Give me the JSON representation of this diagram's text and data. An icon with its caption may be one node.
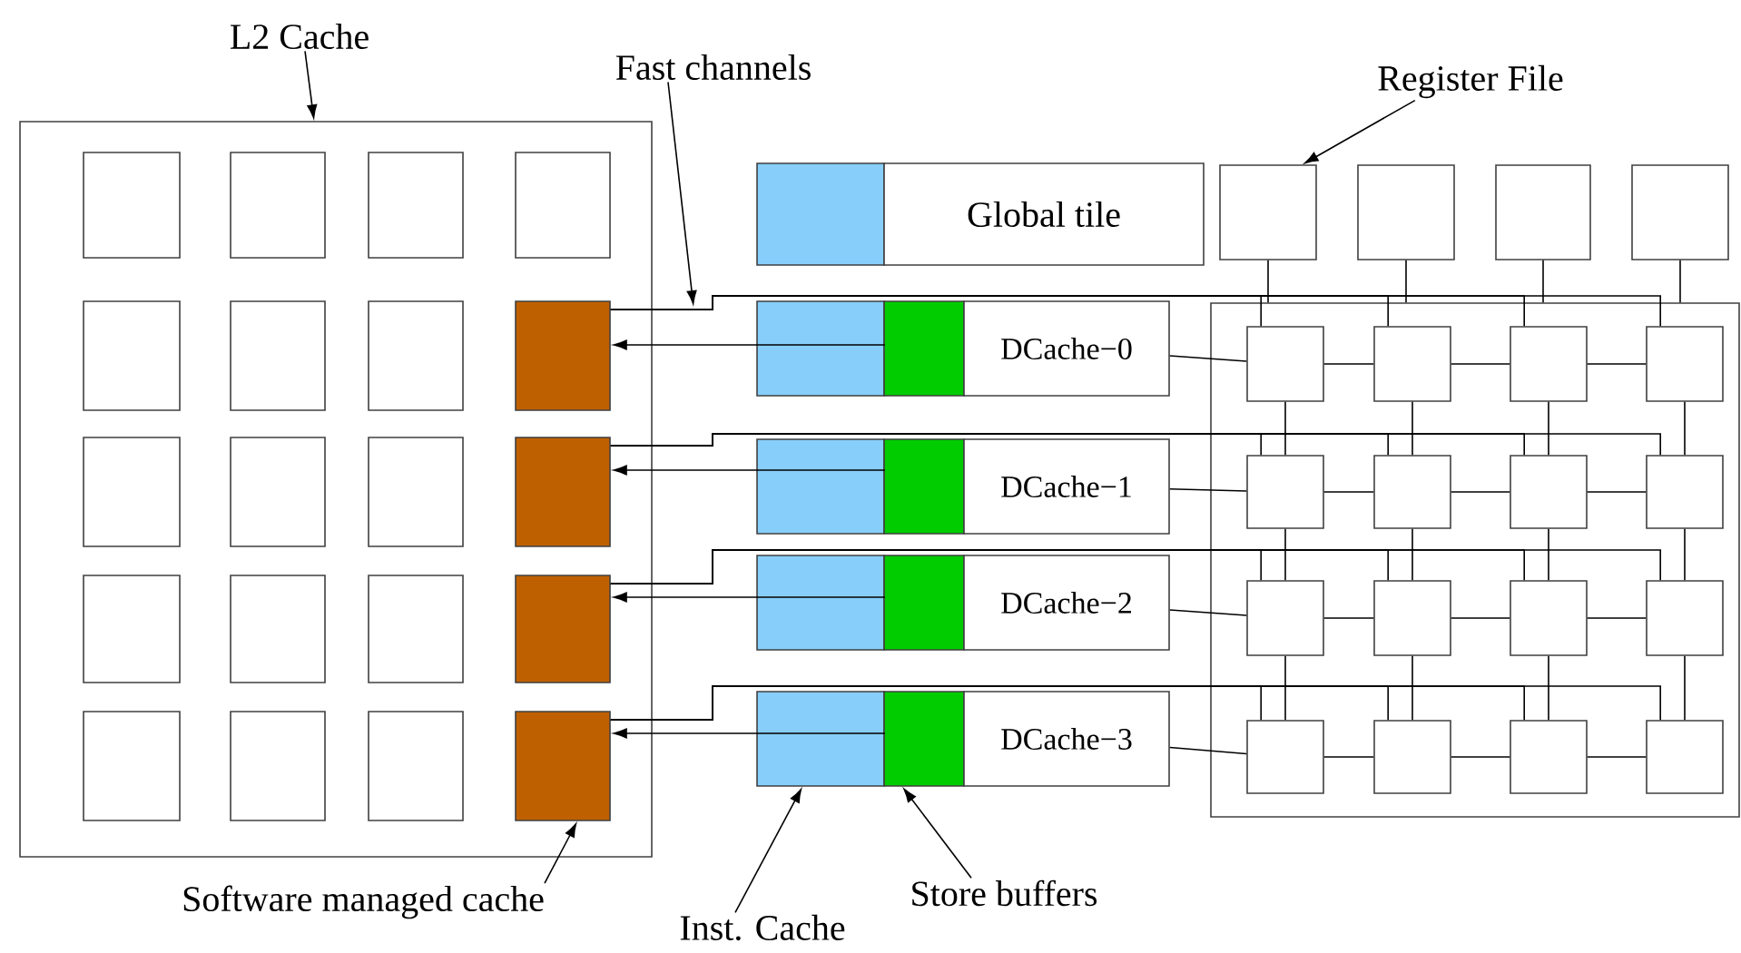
{
  "diagram": {
    "nodes": [
      {
        "text": [
          "L2 Cache"
        ]
      },
      {
        "text": [],
        "shape": "box"
      },
      {
        "text": [],
        "shape": "box",
        "in": 1
      },
      {
        "text": [],
        "shape": "box",
        "in": 1
      },
      {
        "text": [],
        "shape": "box",
        "in": 1
      },
      {
        "text": [],
        "shape": "box",
        "in": 1
      },
      {
        "text": [],
        "shape": "box",
        "in": 1
      },
      {
        "text": [],
        "shape": "box",
        "in": 1
      },
      {
        "text": [],
        "shape": "box",
        "in": 1
      },
      {
        "text": [],
        "shape": "box",
        "in": 1
      },
      {
        "text": [],
        "shape": "box",
        "in": 1
      },
      {
        "text": [],
        "shape": "box",
        "in": 1
      },
      {
        "text": [],
        "shape": "box",
        "in": 1
      },
      {
        "text": [],
        "shape": "box",
        "in": 1
      },
      {
        "text": [],
        "shape": "box",
        "in": 1
      },
      {
        "text": [],
        "shape": "box",
        "in": 1
      },
      {
        "text": [],
        "shape": "box",
        "in": 1
      },
      {
        "text": [],
        "shape": "box",
        "in": 1
      },
      {
        "text": [],
        "shape": "box",
        "in": 1
      },
      {
        "text": [],
        "shape": "box",
        "in": 1
      },
      {
        "text": [],
        "shape": "box",
        "in": 1
      },
      {
        "text": [],
        "shape": "box",
        "in": 1
      },
      {
        "text": [
          "Fast channels"
        ]
      },
      {
        "text": [],
        "shape": "box"
      },
      {
        "text": [
          "Global tile"
        ]
      },
      {
        "text": [
          "Register File"
        ]
      },
      {
        "text": [],
        "shape": "box"
      },
      {
        "text": [],
        "shape": "box"
      },
      {
        "text": [],
        "shape": "box"
      },
      {
        "text": [],
        "shape": "box"
      },
      {
        "text": [],
        "shape": "box"
      },
      {
        "text": [],
        "shape": "box"
      },
      {
        "text": [],
        "shape": "box"
      },
      {
        "text": [
          "DCache−0"
        ]
      },
      {
        "text": [],
        "shape": "box",
        "in": 30
      },
      {
        "text": [],
        "shape": "box",
        "in": 30
      },
      {
        "text": [],
        "shape": "box",
        "in": 30
      },
      {
        "text": [],
        "shape": "box",
        "in": 30
      },
      {
        "text": [],
        "shape": "box"
      },
      {
        "text": [],
        "shape": "box"
      },
      {
        "text": [
          "DCache−1"
        ]
      },
      {
        "text": [],
        "shape": "box",
        "in": 30
      },
      {
        "text": [],
        "shape": "box",
        "in": 30
      },
      {
        "text": [],
        "shape": "box",
        "in": 30
      },
      {
        "text": [],
        "shape": "box",
        "in": 30
      },
      {
        "text": [],
        "shape": "box"
      },
      {
        "text": [],
        "shape": "box"
      },
      {
        "text": [
          "DCache−2"
        ]
      },
      {
        "text": [],
        "shape": "box",
        "in": 30
      },
      {
        "text": [],
        "shape": "box",
        "in": 30
      },
      {
        "text": [],
        "shape": "box",
        "in": 30
      },
      {
        "text": [],
        "shape": "box",
        "in": 30
      },
      {
        "text": [],
        "shape": "box"
      },
      {
        "text": [],
        "shape": "box"
      },
      {
        "text": [
          "DCache−3"
        ]
      },
      {
        "text": [],
        "shape": "box",
        "in": 30
      },
      {
        "text": [],
        "shape": "box",
        "in": 30
      },
      {
        "text": [],
        "shape": "box",
        "in": 30
      },
      {
        "text": [],
        "shape": "box",
        "in": 30
      },
      {
        "text": [
          "Software managed cache"
        ]
      },
      {
        "text": [
          "Inst. Cache"
        ]
      },
      {
        "text": [
          "Store buffers"
        ]
      }
    ],
    "edges": [
      {
        "from": 0,
        "to": 1,
        "arrow": "to"
      },
      {
        "from": 22,
        "to": null,
        "arrow": "to"
      },
      {
        "from": 25,
        "to": 26,
        "arrow": "to"
      },
      {
        "from": 59,
        "to": 21,
        "arrow": "to"
      },
      {
        "from": 60,
        "to": 52,
        "arrow": "to"
      },
      {
        "from": 61,
        "to": 53,
        "arrow": "to"
      },
      {
        "from": 31,
        "to": 9,
        "arrow": "to"
      },
      {
        "from": 38,
        "to": 13,
        "arrow": "to"
      },
      {
        "from": 45,
        "to": 17,
        "arrow": "to"
      },
      {
        "from": 52,
        "to": 21,
        "arrow": "to"
      },
      {
        "from": 9,
        "to": 34,
        "arrow": "none"
      },
      {
        "from": 9,
        "to": 35,
        "arrow": "none"
      },
      {
        "from": 9,
        "to": 36,
        "arrow": "none"
      },
      {
        "from": 9,
        "to": 37,
        "arrow": "none"
      },
      {
        "from": 13,
        "to": 41,
        "arrow": "none"
      },
      {
        "from": 13,
        "to": 42,
        "arrow": "none"
      },
      {
        "from": 13,
        "to": 43,
        "arrow": "none"
      },
      {
        "from": 13,
        "to": 44,
        "arrow": "none"
      },
      {
        "from": 17,
        "to": 48,
        "arrow": "none"
      },
      {
        "from": 17,
        "to": 49,
        "arrow": "none"
      },
      {
        "from": 17,
        "to": 50,
        "arrow": "none"
      },
      {
        "from": 17,
        "to": 51,
        "arrow": "none"
      },
      {
        "from": 21,
        "to": 55,
        "arrow": "none"
      },
      {
        "from": 21,
        "to": 56,
        "arrow": "none"
      },
      {
        "from": 21,
        "to": 57,
        "arrow": "none"
      },
      {
        "from": 21,
        "to": 58,
        "arrow": "none"
      },
      {
        "from": 26,
        "to": 30,
        "arrow": "none"
      },
      {
        "from": 27,
        "to": 30,
        "arrow": "none"
      },
      {
        "from": 28,
        "to": 30,
        "arrow": "none"
      },
      {
        "from": 29,
        "to": 30,
        "arrow": "none"
      },
      {
        "from": 33,
        "to": 34,
        "arrow": "none"
      },
      {
        "from": 40,
        "to": 41,
        "arrow": "none"
      },
      {
        "from": 47,
        "to": 48,
        "arrow": "none"
      },
      {
        "from": 54,
        "to": 55,
        "arrow": "none"
      },
      {
        "from": 34,
        "to": 35,
        "arrow": "none"
      },
      {
        "from": 35,
        "to": 36,
        "arrow": "none"
      },
      {
        "from": 36,
        "to": 37,
        "arrow": "none"
      },
      {
        "from": 41,
        "to": 42,
        "arrow": "none"
      },
      {
        "from": 42,
        "to": 43,
        "arrow": "none"
      },
      {
        "from": 43,
        "to": 44,
        "arrow": "none"
      },
      {
        "from": 48,
        "to": 49,
        "arrow": "none"
      },
      {
        "from": 49,
        "to": 50,
        "arrow": "none"
      },
      {
        "from": 50,
        "to": 51,
        "arrow": "none"
      },
      {
        "from": 55,
        "to": 56,
        "arrow": "none"
      },
      {
        "from": 56,
        "to": 57,
        "arrow": "none"
      },
      {
        "from": 57,
        "to": 58,
        "arrow": "none"
      },
      {
        "from": 34,
        "to": 41,
        "arrow": "none"
      },
      {
        "from": 35,
        "to": 42,
        "arrow": "none"
      },
      {
        "from": 36,
        "to": 43,
        "arrow": "none"
      },
      {
        "from": 37,
        "to": 44,
        "arrow": "none"
      },
      {
        "from": 41,
        "to": 48,
        "arrow": "none"
      },
      {
        "from": 42,
        "to": 49,
        "arrow": "none"
      },
      {
        "from": 43,
        "to": 50,
        "arrow": "none"
      },
      {
        "from": 44,
        "to": 51,
        "arrow": "none"
      },
      {
        "from": 48,
        "to": 55,
        "arrow": "none"
      },
      {
        "from": 49,
        "to": 56,
        "arrow": "none"
      },
      {
        "from": 50,
        "to": 57,
        "arrow": "none"
      },
      {
        "from": 51,
        "to": 58,
        "arrow": "none"
      }
    ]
  }
}
